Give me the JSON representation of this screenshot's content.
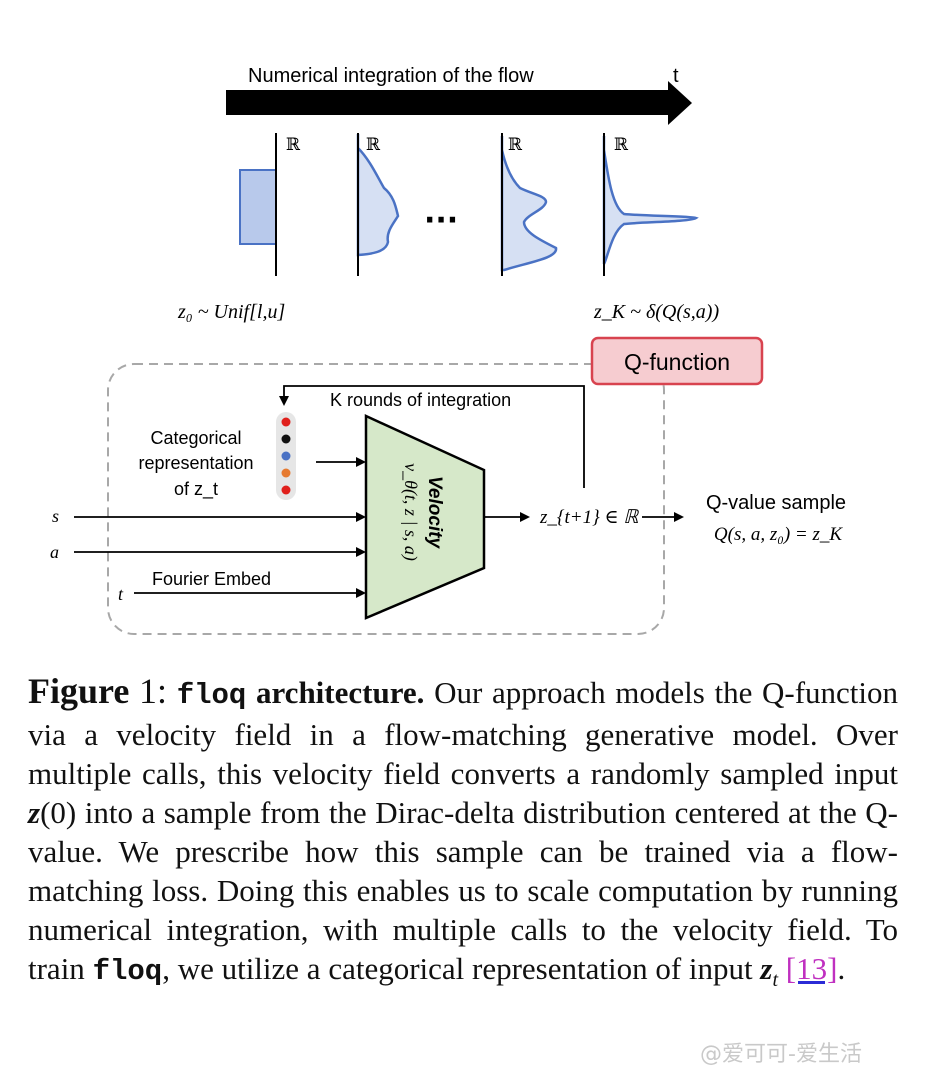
{
  "figure": {
    "arrow_label": "Numerical integration of the flow",
    "time_label": "t",
    "reals_symbol": "ℝ",
    "ellipsis": "···",
    "z0_dist": "z₀ ~ Unif[l,u]",
    "zK_dist": "z_K ~ δ(Q(s,a))",
    "q_function_label": "Q-function",
    "loop_label": "K rounds of integration",
    "cat_rep_line1": "Categorical",
    "cat_rep_line2": "representation",
    "cat_rep_line3": "of z_t",
    "input_s": "s",
    "input_a": "a",
    "input_t": "t",
    "fourier_label": "Fourier Embed",
    "velocity_title": "Velocity",
    "velocity_expr": "v_θ(t, z | s, a)",
    "output_z": "z_{t+1} ∈ ℝ",
    "qvalue_label": "Q-value sample",
    "qvalue_expr": "Q(s, a, z₀) = z_K",
    "dot_colors": [
      "#e0201c",
      "#111111",
      "#4a72c4",
      "#e67a30",
      "#e0201c"
    ],
    "colors": {
      "density_fill": "#d6e0f3",
      "density_stroke": "#4a72c4",
      "velocity_fill": "#d6e8c9",
      "q_fill": "#f6ccd0",
      "q_stroke": "#d8434f",
      "dashed_box": "#a8a8a8"
    }
  },
  "caption": {
    "label": "Figure",
    "number": "1:",
    "code_name": "floq",
    "title_rest": "architecture.",
    "s1": "Our approach models the Q-function via a velocity field in a flow-matching generative model. Over multiple calls, this velocity field converts a randomly sampled input",
    "z0": "z",
    "z0_arg": "(0)",
    "s2": "into a sample from the Dirac-delta distribution centered at the Q-value. We prescribe how this sample can be trained via a flow-matching loss. Doing this enables us to scale computation by running numerical integration, with multiple calls to the velocity field. To train",
    "code_name2": "floq",
    "s3": ", we utilize a categorical representation of input",
    "zt": "z",
    "zt_sub": "t",
    "cite": "[13]",
    "end": "."
  },
  "watermark": "@爱可可-爱生活"
}
